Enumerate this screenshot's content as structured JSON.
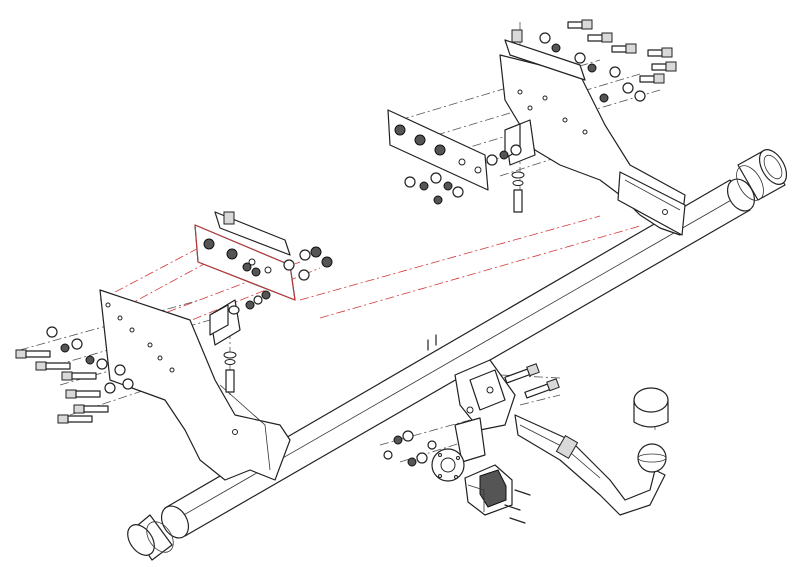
{
  "diagram": {
    "kind": "exploded-assembly",
    "colors": {
      "line": "#222222",
      "highlight": "#d23a3a",
      "fill_light": "#d9d9d9",
      "fill_dark": "#555555",
      "background": "#ffffff"
    },
    "parts": [
      "main-crossbar-tube",
      "tube-end-cap-left",
      "tube-end-cap-right",
      "left-side-bracket",
      "right-side-bracket",
      "left-clamp-plate",
      "right-clamp-plate",
      "tow-ball-neck",
      "tow-ball-cover",
      "socket-mount-plate",
      "electrical-socket",
      "bolts",
      "nuts",
      "washers"
    ]
  }
}
